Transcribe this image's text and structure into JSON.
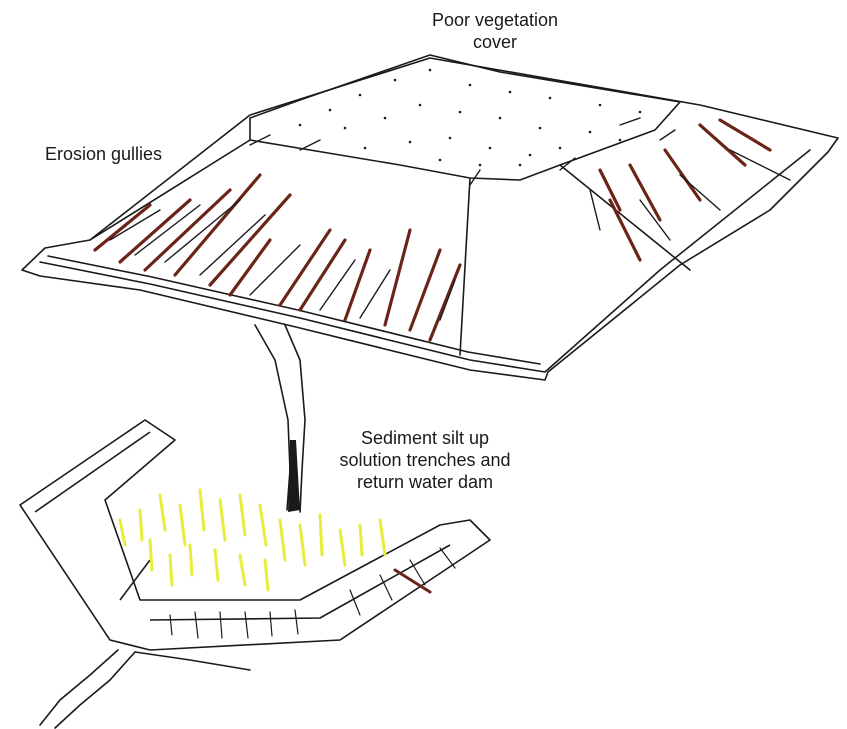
{
  "labels": {
    "vegetation": [
      "Poor vegetation",
      "cover"
    ],
    "gullies": "Erosion gullies",
    "sediment": [
      "Sediment silt up",
      "solution trenches and",
      "return water dam"
    ]
  },
  "colors": {
    "ink": "#1a1a1a",
    "gully": "#6b2418",
    "grass": "#e6ee3a"
  }
}
